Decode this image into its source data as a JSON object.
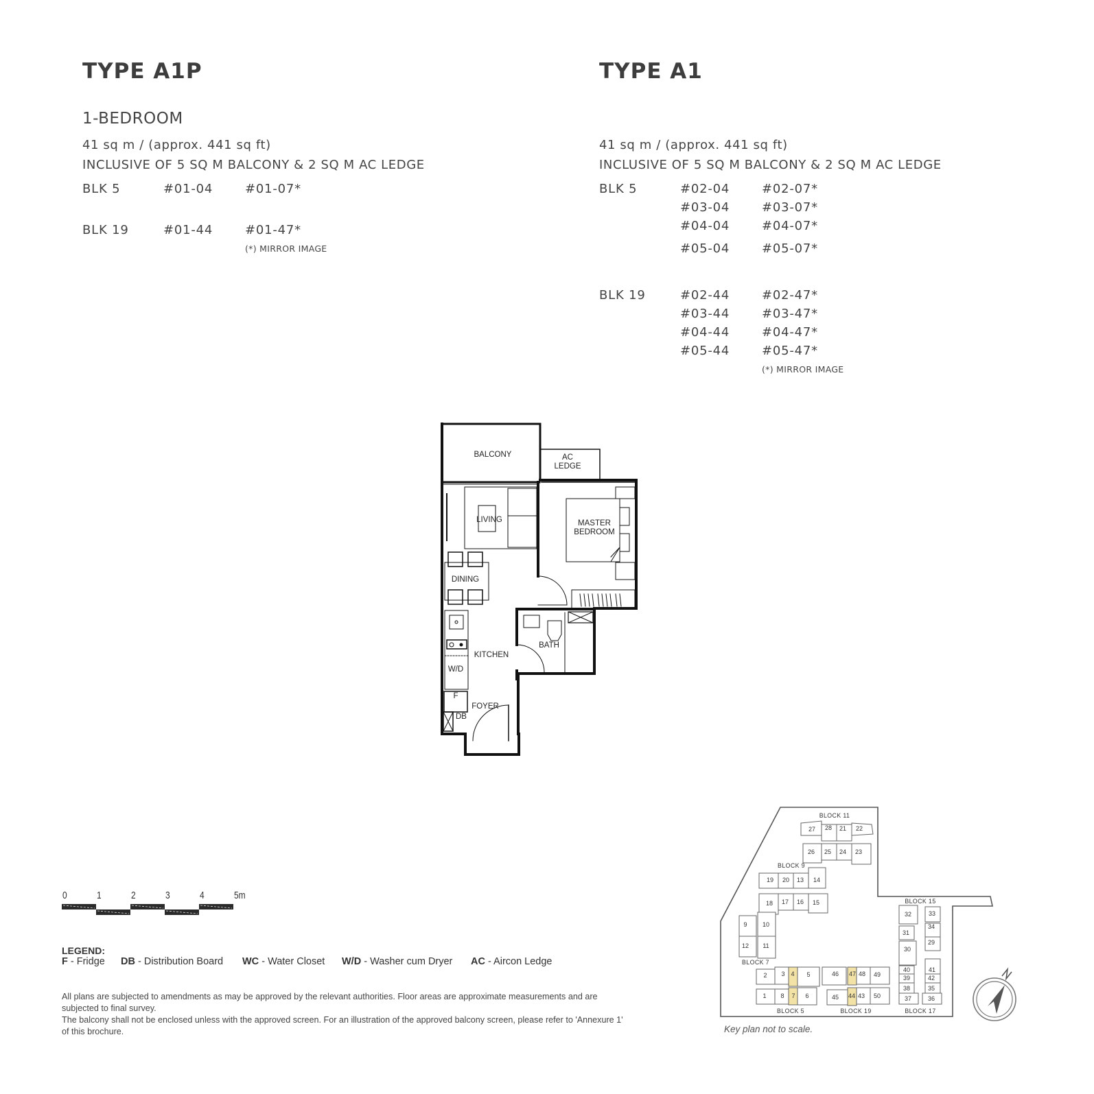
{
  "left": {
    "title": "TYPE A1P",
    "unit_kind": "1-BEDROOM",
    "area": "41 sq m / (approx. 441 sq ft)",
    "inclusive": "INCLUSIVE OF 5 SQ M BALCONY & 2 SQ M AC LEDGE",
    "blocks": [
      {
        "label": "BLK 5",
        "units": [
          [
            "#01-04",
            "#01-07*"
          ]
        ]
      },
      {
        "label": "BLK 19",
        "units": [
          [
            "#01-44",
            "#01-47*"
          ]
        ]
      }
    ],
    "mirror_note": "(*) MIRROR IMAGE"
  },
  "right": {
    "title": "TYPE A1",
    "area": "41 sq m / (approx. 441 sq ft)",
    "inclusive": "INCLUSIVE OF 5 SQ M BALCONY & 2 SQ M AC LEDGE",
    "blocks": [
      {
        "label": "BLK 5",
        "units": [
          [
            "#02-04",
            "#02-07*"
          ],
          [
            "#03-04",
            "#03-07*"
          ],
          [
            "#04-04",
            "#04-07*"
          ],
          [
            "#05-04",
            "#05-07*"
          ]
        ]
      },
      {
        "label": "BLK 19",
        "units": [
          [
            "#02-44",
            "#02-47*"
          ],
          [
            "#03-44",
            "#03-47*"
          ],
          [
            "#04-44",
            "#04-47*"
          ],
          [
            "#05-44",
            "#05-47*"
          ]
        ]
      }
    ],
    "mirror_note": "(*) MIRROR IMAGE"
  },
  "floor_plan": {
    "rooms": {
      "balcony": "BALCONY",
      "ac_ledge_1": "AC",
      "ac_ledge_2": "LEDGE",
      "living": "LIVING",
      "master_bedroom_1": "MASTER",
      "master_bedroom_2": "BEDROOM",
      "dining": "DINING",
      "kitchen": "KITCHEN",
      "bath": "BATH",
      "wd": "W/D",
      "fridge": "F",
      "db": "DB",
      "foyer": "FOYER"
    }
  },
  "scale_bar": {
    "labels": [
      "0",
      "1",
      "2",
      "3",
      "4",
      "5m"
    ]
  },
  "legend": {
    "heading": "LEGEND:",
    "items": [
      {
        "code": "F",
        "desc": "Fridge"
      },
      {
        "code": "DB",
        "desc": "Distribution Board"
      },
      {
        "code": "WC",
        "desc": "Water Closet"
      },
      {
        "code": "W/D",
        "desc": "Washer cum Dryer"
      },
      {
        "code": "AC",
        "desc": "Aircon Ledge"
      }
    ]
  },
  "footer": {
    "line1": "All plans are subjected to amendments as may be approved by the relevant authorities. Floor areas are approximate measurements and are subjected to final survey.",
    "line2": "The balcony shall not be enclosed unless with the approved screen. For an illustration of the approved balcony screen, please refer to 'Annexure 1' of this brochure."
  },
  "key_plan": {
    "caption": "Key plan not to scale.",
    "blocks": {
      "b11": "BLOCK 11",
      "b9": "BLOCK 9",
      "b7": "BLOCK 7",
      "b5": "BLOCK 5",
      "b19": "BLOCK 19",
      "b15": "BLOCK 15",
      "b17": "BLOCK 17"
    },
    "highlighted_units": [
      "4",
      "7",
      "44",
      "47"
    ],
    "highlight_color": "#f2e2a6",
    "compass_label": "N"
  }
}
